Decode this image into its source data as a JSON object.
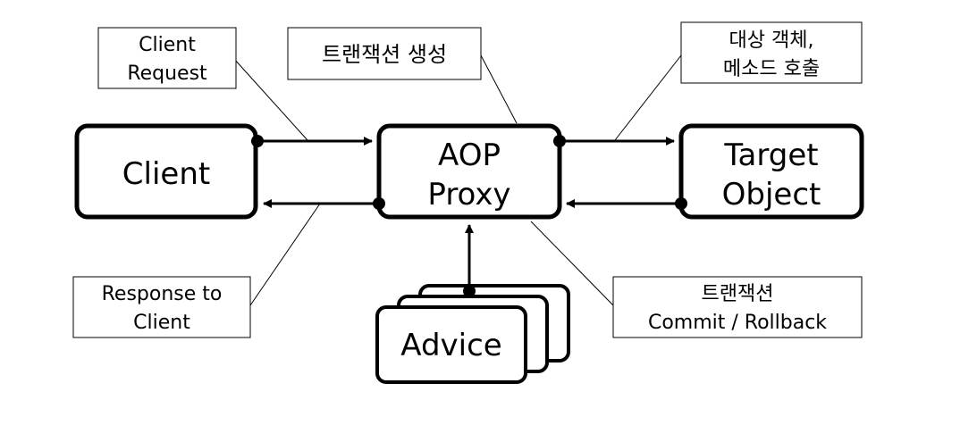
{
  "nodes": {
    "client": {
      "label": "Client"
    },
    "aop_proxy": {
      "line1": "AOP",
      "line2": "Proxy"
    },
    "target_object": {
      "line1": "Target",
      "line2": "Object"
    },
    "advice": {
      "label": "Advice"
    }
  },
  "notes": {
    "client_request": {
      "line1": "Client",
      "line2": "Request"
    },
    "create_transaction": {
      "line1": "트랜잭션 생성"
    },
    "invoke_target": {
      "line1": "대상 객체,",
      "line2": "메소드 호출"
    },
    "response_to_client": {
      "line1": "Response to",
      "line2": "Client"
    },
    "transaction_commit": {
      "line1": "트랜잭션",
      "line2": "Commit / Rollback"
    }
  }
}
